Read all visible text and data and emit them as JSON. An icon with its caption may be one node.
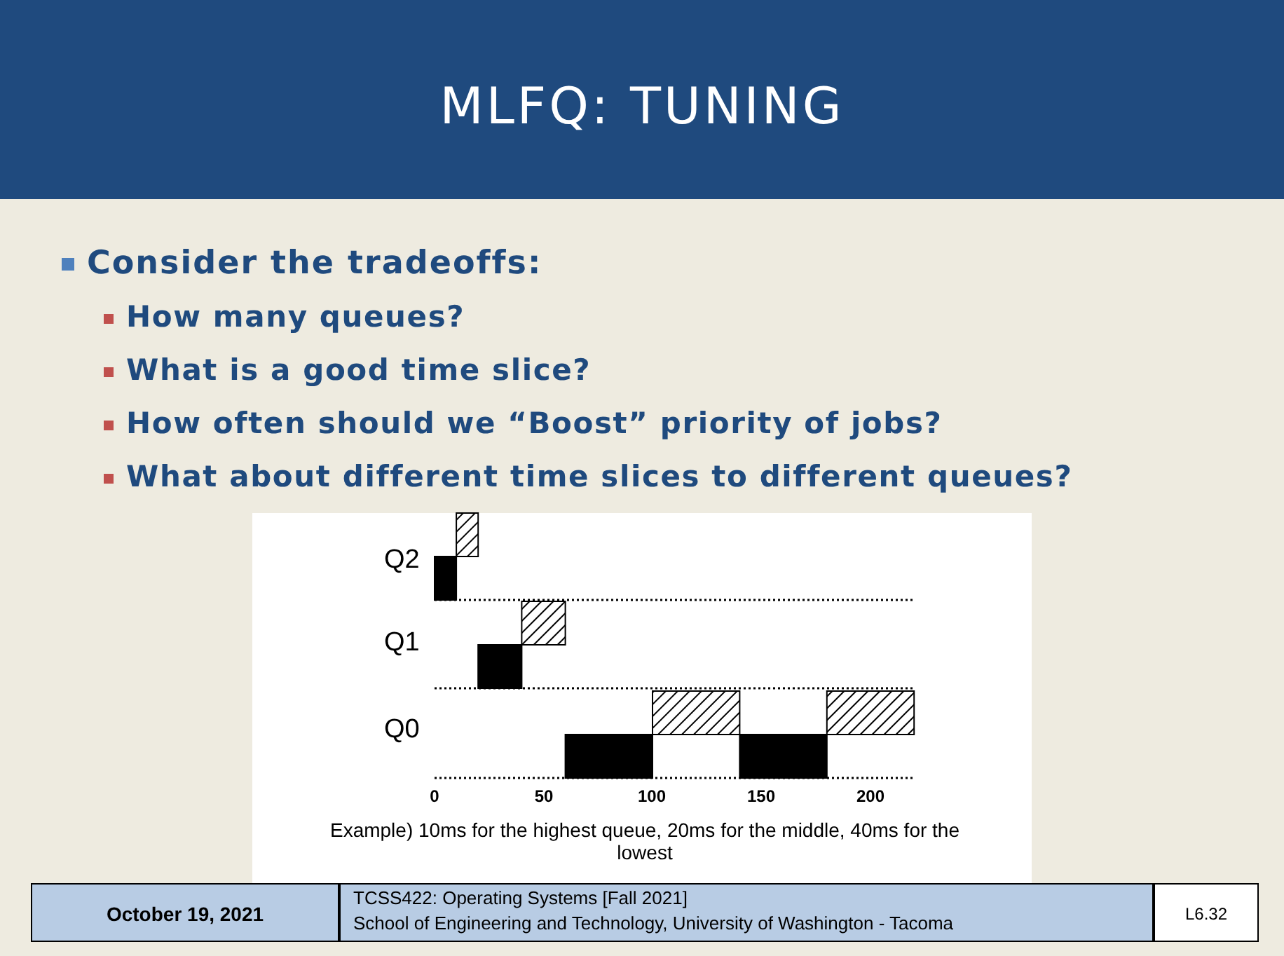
{
  "diagram": {
    "title": "MLFQ: TUNING",
    "labels": [
      "Consider the tradeoffs:",
      "How many queues?",
      "What is a good time slice?",
      "How often should we “Boost” priority of jobs?",
      "What about different time slices to different queues?",
      "Q2",
      "Q1",
      "Q0",
      "0",
      "50",
      "100",
      "150",
      "200",
      "Example) 10ms for the highest queue, 20ms for the middle, 40ms for the lowest",
      "October 19, 2021",
      "TCSS422: Operating Systems [Fall 2021]",
      "School of Engineering and Technology, University of Washington - Tacoma",
      "L6.32"
    ]
  }
}
